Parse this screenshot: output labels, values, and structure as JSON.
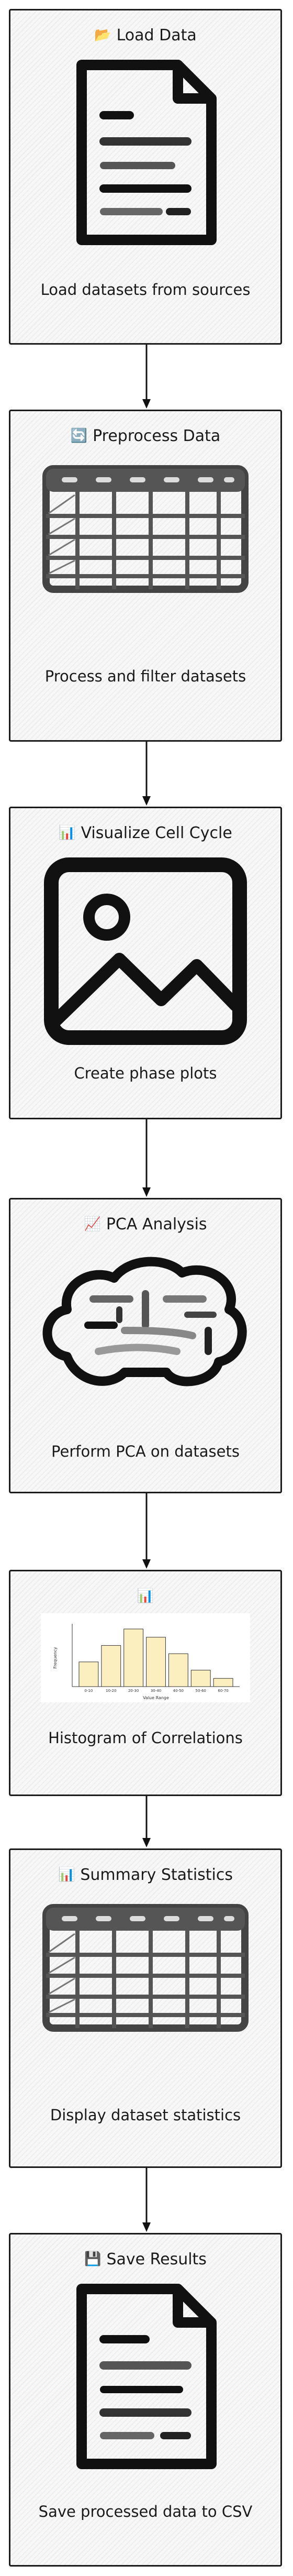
{
  "steps": [
    {
      "title": "Load Data",
      "emoji": "📂",
      "icon": "document-icon",
      "caption": "Load datasets from sources"
    },
    {
      "title": "Preprocess Data",
      "emoji": "🔄",
      "icon": "table-icon",
      "caption": "Process and filter datasets"
    },
    {
      "title": "Visualize Cell Cycle",
      "emoji": "📊",
      "icon": "image-icon",
      "caption": "Create phase plots"
    },
    {
      "title": "PCA Analysis",
      "emoji": "📈",
      "icon": "brain-icon",
      "caption": "Perform PCA on datasets"
    },
    {
      "title": "",
      "emoji": "📊",
      "icon": "histogram-icon",
      "caption": "Histogram of Correlations"
    },
    {
      "title": "Summary Statistics",
      "emoji": "📊",
      "icon": "table-icon",
      "caption": "Display dataset statistics"
    },
    {
      "title": "Save Results",
      "emoji": "💾",
      "icon": "document-icon",
      "caption": "Save processed data to CSV"
    }
  ],
  "histogram": {
    "ylabel": "Frequency",
    "xlabel": "Value Range",
    "categories": [
      "0-10",
      "10-20",
      "20-30",
      "30-40",
      "40-50",
      "50-60",
      "60-70"
    ],
    "values": [
      3,
      5,
      7,
      6,
      4,
      2,
      1
    ]
  }
}
